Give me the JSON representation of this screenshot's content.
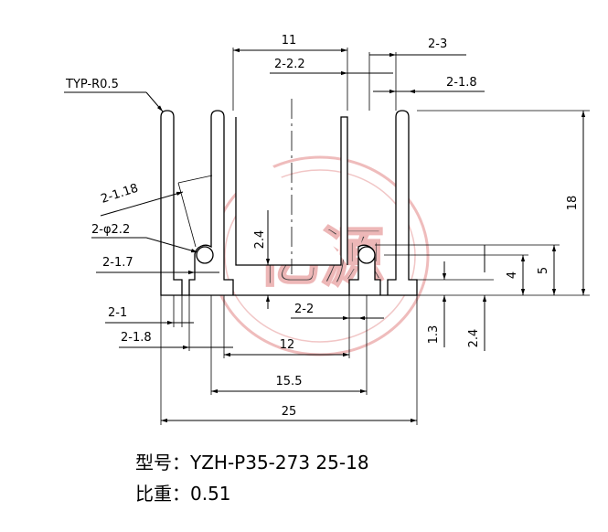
{
  "drawing": {
    "watermark_text": "亿源",
    "note": "TYP-R0.5",
    "dims": {
      "top_11": "11",
      "top_2_3": "2-3",
      "top_2_2_2": "2-2.2",
      "top_2_1_8": "2-1.8",
      "left_2_1_18": "2-1.18",
      "left_2_phi_2_2": "2-φ2.2",
      "left_2_1_7": "2-1.7",
      "left_2_1": "2-1",
      "left_2_1_8": "2-1.8",
      "mid_2_4": "2.4",
      "mid_2_2": "2-2",
      "right_18": "18",
      "right_4": "4",
      "right_5": "5",
      "right_1_3": "1.3",
      "right_2_4": "2.4",
      "bottom_12": "12",
      "bottom_15_5": "15.5",
      "bottom_25": "25"
    }
  },
  "caption": {
    "model": "型号：YZH-P35-273 25-18",
    "weight": "比重：0.51"
  },
  "colors": {
    "line": "#000000",
    "watermark": "#e8a0a0"
  }
}
